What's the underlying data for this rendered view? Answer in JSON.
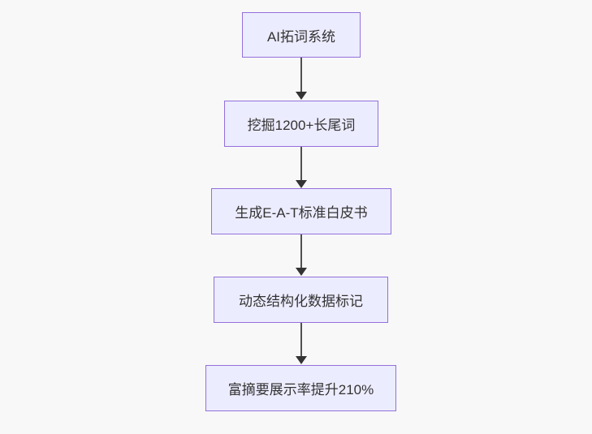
{
  "diagram": {
    "type": "flowchart",
    "direction": "top-down",
    "background_color": "#f8f8f8",
    "node_fill_color": "#ececff",
    "node_border_color": "#9370db",
    "arrow_color": "#333333",
    "text_color": "#333333",
    "nodes": [
      {
        "label": "AI拓词系统"
      },
      {
        "label": "挖掘1200+长尾词"
      },
      {
        "label": "生成E-A-T标准白皮书"
      },
      {
        "label": "动态结构化数据标记"
      },
      {
        "label": "富摘要展示率提升210%"
      }
    ],
    "edges": [
      {
        "from": "AI拓词系统",
        "to": "挖掘1200+长尾词"
      },
      {
        "from": "挖掘1200+长尾词",
        "to": "生成E-A-T标准白皮书"
      },
      {
        "from": "生成E-A-T标准白皮书",
        "to": "动态结构化数据标记"
      },
      {
        "from": "动态结构化数据标记",
        "to": "富摘要展示率提升210%"
      }
    ]
  }
}
